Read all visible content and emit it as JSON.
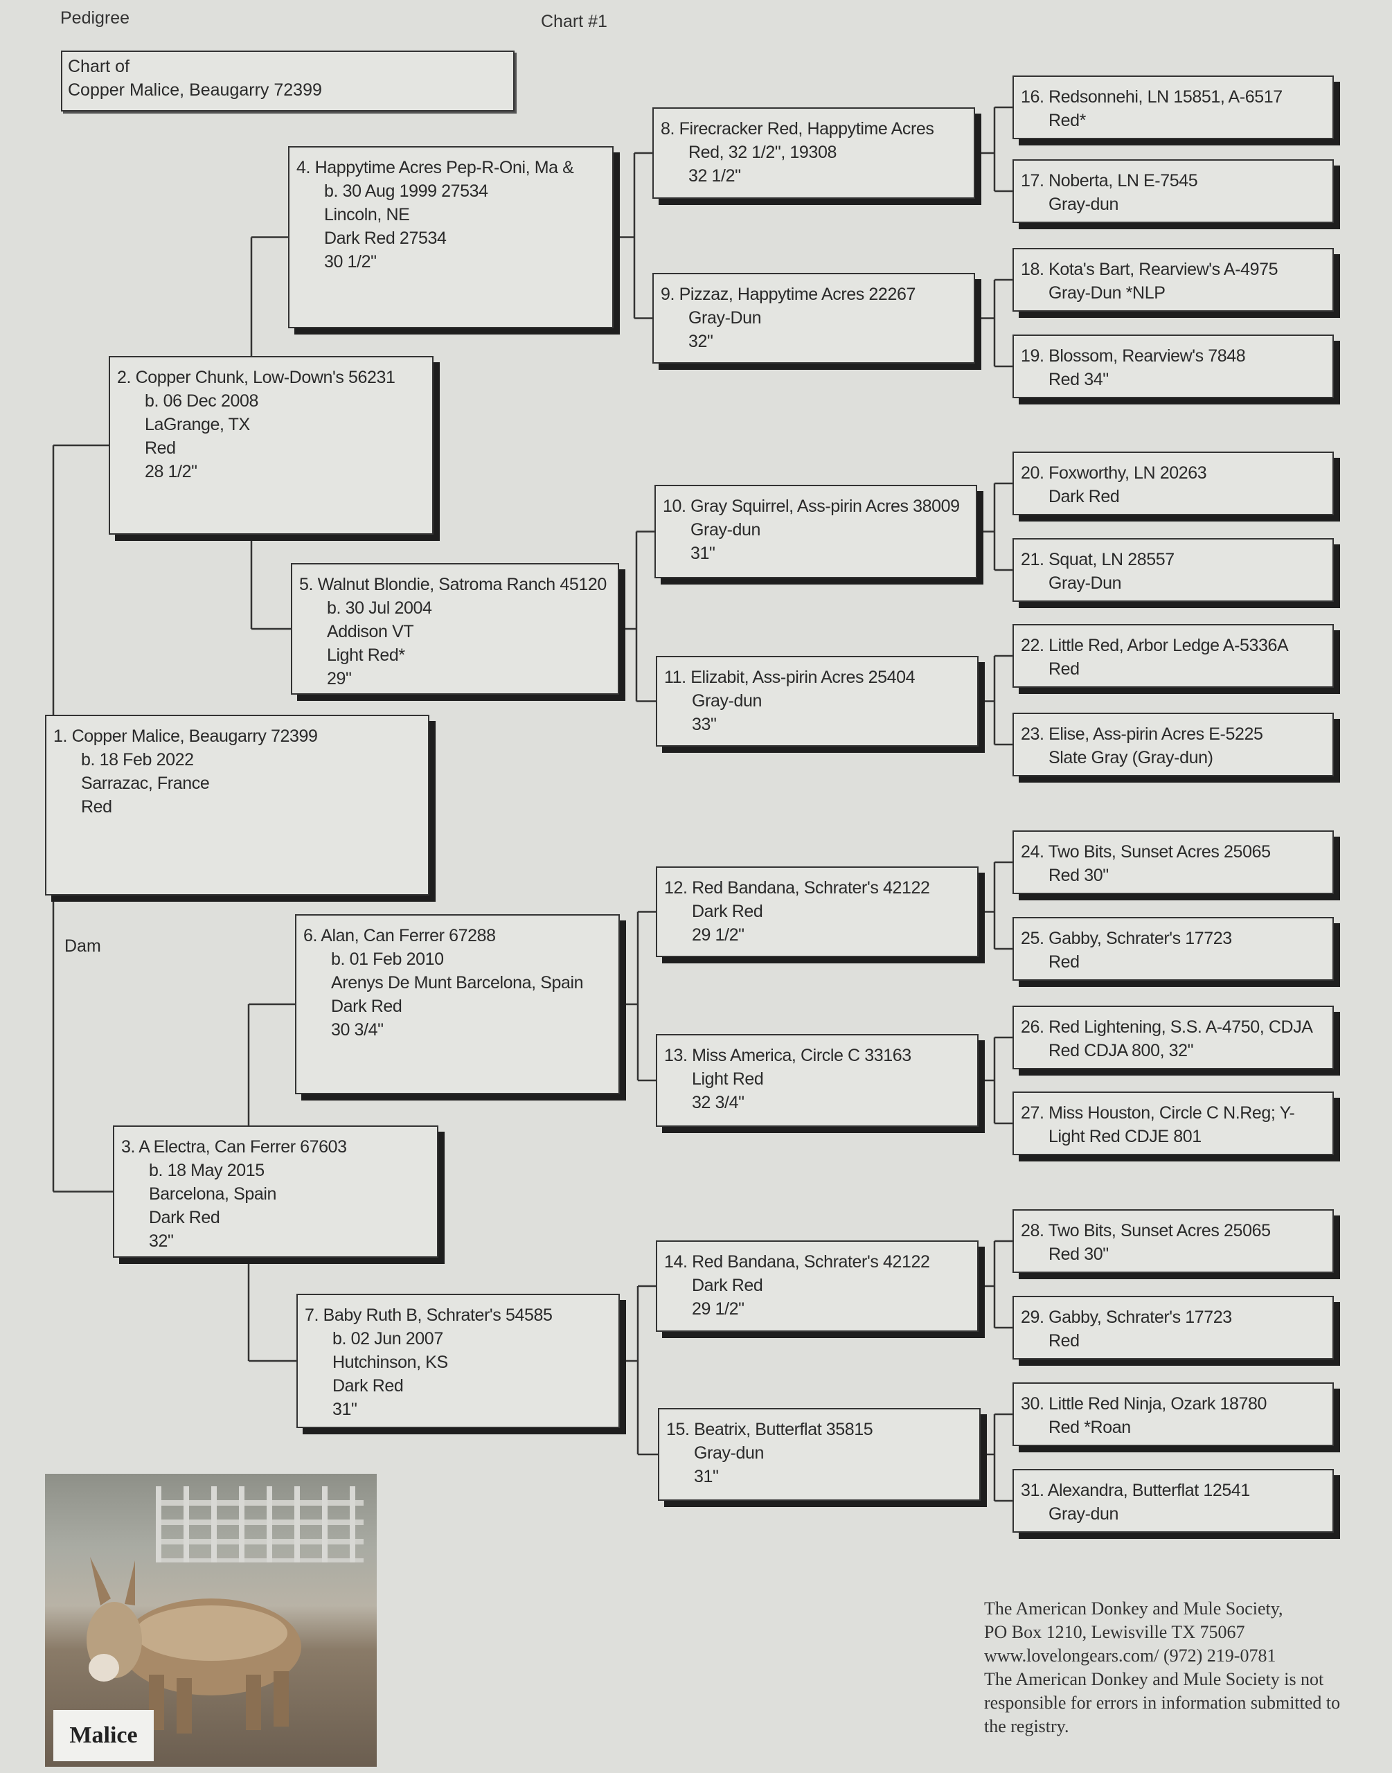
{
  "header": {
    "left": "Pedigree",
    "center": "Chart #1"
  },
  "chart_of": {
    "line1": "Chart of",
    "line2": "Copper Malice, Beaugarry 72399"
  },
  "dam_label": "Dam",
  "horses": [
    {
      "lines": [
        "1. Copper Malice, Beaugarry 72399",
        "b. 18 Feb 2022",
        "Sarrazac, France",
        "Red"
      ]
    },
    {
      "lines": [
        "2. Copper Chunk, Low-Down's 56231",
        "b. 06 Dec 2008",
        "LaGrange, TX",
        "Red",
        "28 1/2\""
      ]
    },
    {
      "lines": [
        "3. A Electra, Can Ferrer 67603",
        "b. 18 May 2015",
        "Barcelona, Spain",
        "Dark Red",
        "32\""
      ]
    },
    {
      "lines": [
        "4. Happytime Acres Pep-R-Oni, Ma &",
        "b. 30 Aug 1999   27534",
        "Lincoln, NE",
        "Dark Red   27534",
        "30 1/2\""
      ]
    },
    {
      "lines": [
        "5. Walnut Blondie, Satroma Ranch 45120",
        "b. 30 Jul 2004",
        "Addison VT",
        "Light Red*",
        "29\""
      ]
    },
    {
      "lines": [
        "6. Alan, Can Ferrer 67288",
        "b. 01 Feb 2010",
        "Arenys De Munt Barcelona, Spain",
        "Dark Red",
        "30 3/4\""
      ]
    },
    {
      "lines": [
        "7. Baby Ruth B, Schrater's 54585",
        "b. 02 Jun 2007",
        "Hutchinson, KS",
        "Dark Red",
        "31\""
      ]
    },
    {
      "lines": [
        "8. Firecracker Red, Happytime Acres",
        "Red, 32 1/2\",  19308",
        "32 1/2\""
      ]
    },
    {
      "lines": [
        "9. Pizzaz, Happytime Acres 22267",
        "Gray-Dun",
        "32\""
      ]
    },
    {
      "lines": [
        "10. Gray Squirrel, Ass-pirin Acres 38009",
        "Gray-dun",
        "31\""
      ]
    },
    {
      "lines": [
        "11. Elizabit, Ass-pirin Acres 25404",
        "Gray-dun",
        "33\""
      ]
    },
    {
      "lines": [
        "12. Red Bandana, Schrater's 42122",
        "Dark Red",
        "29 1/2\""
      ]
    },
    {
      "lines": [
        "13. Miss America, Circle C 33163",
        "Light Red",
        "32 3/4\""
      ]
    },
    {
      "lines": [
        "14. Red Bandana, Schrater's 42122",
        "Dark Red",
        "29 1/2\""
      ]
    },
    {
      "lines": [
        "15. Beatrix, Butterflat 35815",
        "Gray-dun",
        "31\""
      ]
    },
    {
      "lines": [
        "16. Redsonnehi, LN 15851, A-6517",
        "Red*"
      ]
    },
    {
      "lines": [
        "17. Noberta, LN E-7545",
        "Gray-dun"
      ]
    },
    {
      "lines": [
        "18. Kota's Bart, Rearview's A-4975",
        "Gray-Dun *NLP"
      ]
    },
    {
      "lines": [
        "19. Blossom, Rearview's 7848",
        "Red   34\""
      ]
    },
    {
      "lines": [
        "20. Foxworthy, LN 20263",
        "Dark Red"
      ]
    },
    {
      "lines": [
        "21. Squat, LN 28557",
        "Gray-Dun"
      ]
    },
    {
      "lines": [
        "22. Little Red, Arbor Ledge A-5336A",
        "Red"
      ]
    },
    {
      "lines": [
        "23. Elise, Ass-pirin Acres E-5225",
        "Slate Gray (Gray-dun)"
      ]
    },
    {
      "lines": [
        "24. Two Bits, Sunset Acres 25065",
        "Red    30\""
      ]
    },
    {
      "lines": [
        "25. Gabby, Schrater's 17723",
        "Red"
      ]
    },
    {
      "lines": [
        "26. Red Lightening, S.S. A-4750, CDJA",
        "Red  CDJA 800, 32\""
      ]
    },
    {
      "lines": [
        "27. Miss Houston, Circle C N.Reg; Y-",
        "Light Red   CDJE 801"
      ]
    },
    {
      "lines": [
        "28. Two Bits, Sunset Acres 25065",
        "Red    30\""
      ]
    },
    {
      "lines": [
        "29. Gabby, Schrater's 17723",
        "Red"
      ]
    },
    {
      "lines": [
        "30. Little Red Ninja, Ozark 18780",
        "Red *Roan"
      ]
    },
    {
      "lines": [
        "31. Alexandra, Butterflat 12541",
        "Gray-dun"
      ]
    }
  ],
  "photo": {
    "caption": "Malice"
  },
  "footer": {
    "lines": [
      "The American Donkey and Mule Society,",
      " PO Box 1210, Lewisville TX 75067",
      "www.lovelongears.com/ (972) 219-0781",
      "The American Donkey and Mule Society is not",
      "responsible for errors in information submitted to",
      "the registry."
    ]
  }
}
